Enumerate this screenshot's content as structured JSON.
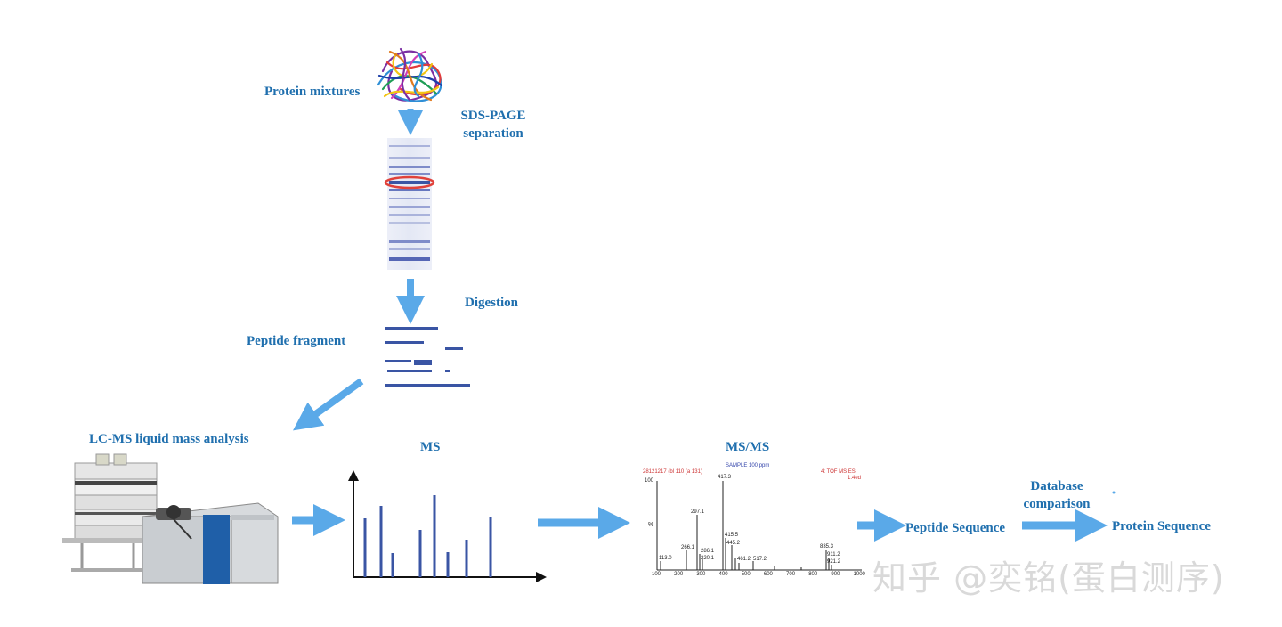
{
  "labels": {
    "protein_mixtures": "Protein mixtures",
    "sds_page_1": "SDS-PAGE",
    "sds_page_2": "separation",
    "digestion": "Digestion",
    "peptide_fragment": "Peptide fragment",
    "lcms": "LC-MS liquid mass analysis",
    "ms": "MS",
    "msms": "MS/MS",
    "peptide_sequence": "Peptide Sequence",
    "database_1": "Database",
    "database_2": "comparison",
    "protein_sequence": "Protein Sequence"
  },
  "spectrum": {
    "header_left": "28121217 (bl 110 (a 131)",
    "header_mid": "SAMPLE 100 ppm",
    "header_right": "4: TOF MS ES",
    "header_right2": "1.4ed",
    "y_axis_top": "100",
    "y_axis_mid": "%",
    "peak_labels": [
      "417.3",
      "297.1",
      "266.1",
      "286.1",
      "220.1",
      "415.5",
      "445.2",
      "461.2",
      "517.2",
      "113.0",
      "835.3",
      "911.2",
      "921.2"
    ],
    "x_ticks": [
      "100",
      "200",
      "300",
      "400",
      "500",
      "600",
      "700",
      "800",
      "900",
      "1000"
    ]
  },
  "watermark": "知乎 @奕铭(蛋白测序)",
  "colors": {
    "label": "#1f6fae",
    "arrow": "#5aa9e8",
    "band": "#3a55a4",
    "highlight": "#e0413a"
  }
}
